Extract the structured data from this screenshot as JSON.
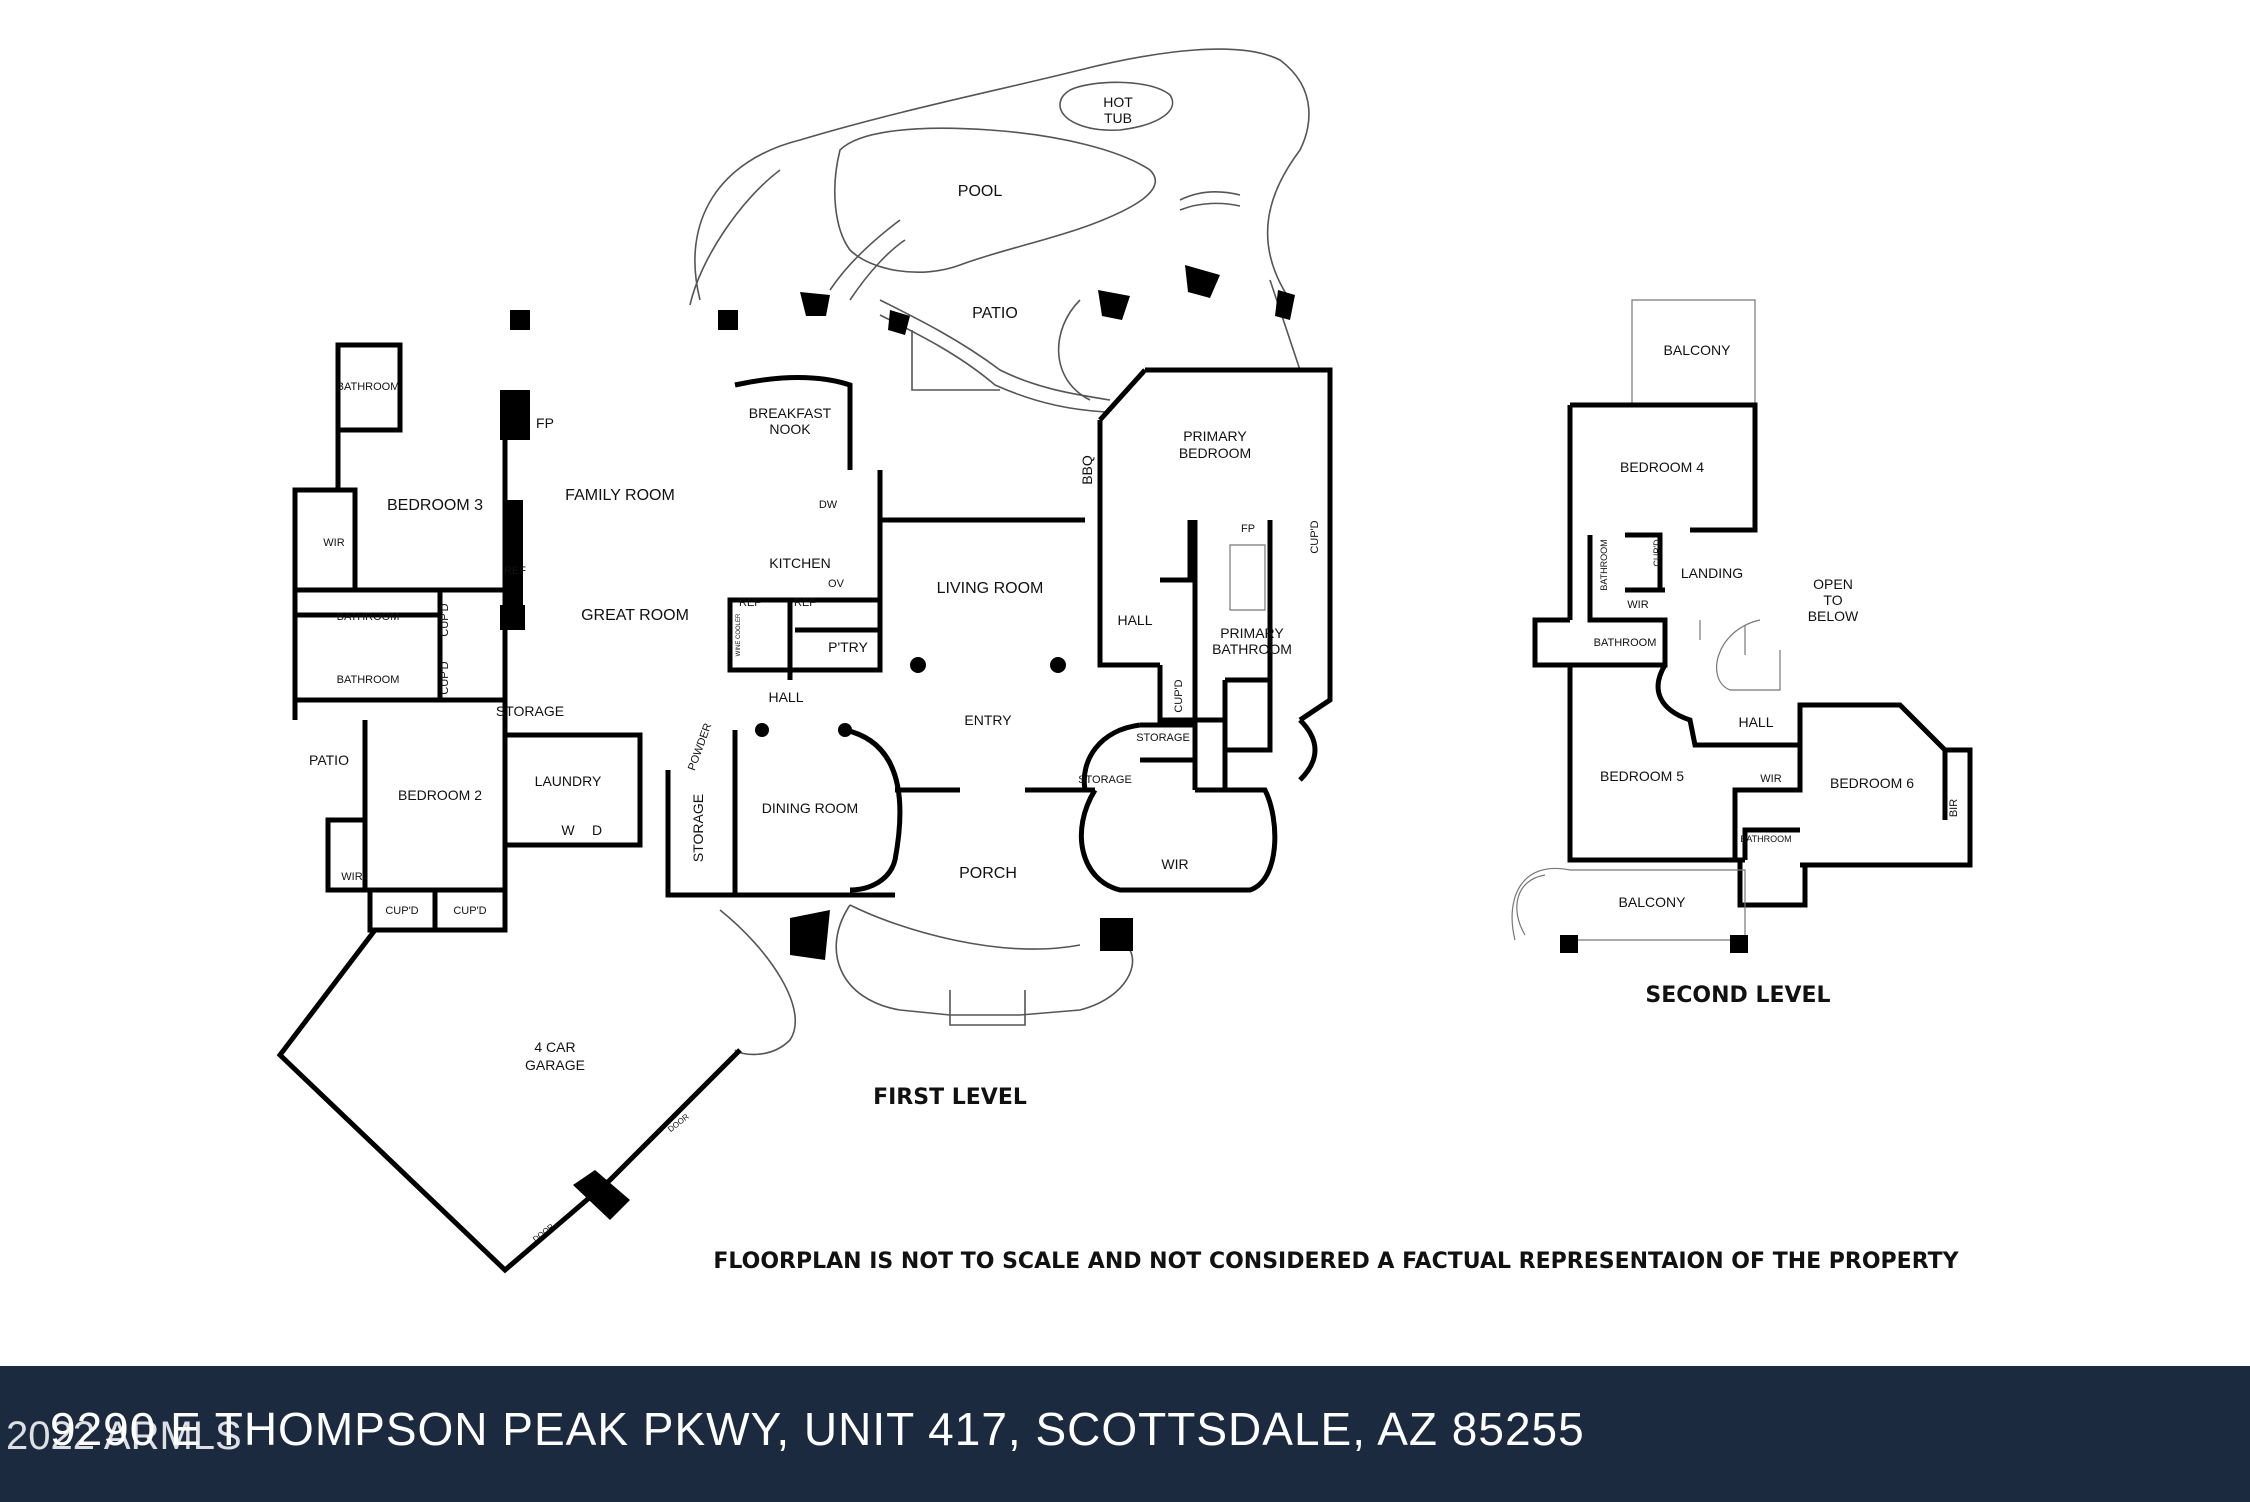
{
  "floorplan": {
    "first_level": {
      "title": "FIRST LEVEL",
      "rooms": {
        "hot_tub": [
          "HOT",
          "TUB"
        ],
        "pool": "POOL",
        "patio_rear": "PATIO",
        "bathroom_nw": "BATHROOM",
        "breakfast_nook": [
          "BREAKFAST",
          "NOOK"
        ],
        "family_room": "FAMILY ROOM",
        "fp": "FP",
        "bedroom_3": "BEDROOM 3",
        "wir_bed3": "WIR",
        "bathroom_a": "BATHROOM",
        "bathroom_b": "BATHROOM",
        "cupd_a": "CUP'D",
        "cupd_b": "CUP'D",
        "great_room": "GREAT ROOM",
        "ref_family": "REF",
        "kitchen": "KITCHEN",
        "dw": "DW",
        "ov": "OV",
        "ref_kitchen_a": "REF",
        "ref_kitchen_b": "REF",
        "wine_cooler": "WINE COOLER",
        "pantry": "P'TRY",
        "living_room": "LIVING ROOM",
        "bbq": "BBQ",
        "primary_bedroom": [
          "PRIMARY",
          "BEDROOM"
        ],
        "hall_primary": "HALL",
        "primary_bathroom": [
          "PRIMARY",
          "BATHROOM"
        ],
        "fp_primary": "FP",
        "cupd_primary": "CUP'D",
        "cupd_hall": "CUP'D",
        "storage_primary": "STORAGE",
        "storage_wir": "STORAGE",
        "wir_primary": "WIR",
        "hall": "HALL",
        "entry": "ENTRY",
        "storage_stair": "STORAGE",
        "powder": "POWDER",
        "laundry": "LAUNDRY",
        "washer": "W",
        "dryer": "D",
        "storage_tall": "STORAGE",
        "dining_room": "DINING ROOM",
        "porch": "PORCH",
        "patio_side": "PATIO",
        "bedroom_2": "BEDROOM 2",
        "wir_bed2": "WIR",
        "cupd_c": "CUP'D",
        "cupd_d": "CUP'D",
        "garage": [
          "4 CAR",
          "GARAGE"
        ],
        "door_a": "DOOR",
        "door_b": "DOOR"
      }
    },
    "second_level": {
      "title": "SECOND LEVEL",
      "rooms": {
        "balcony_top": "BALCONY",
        "bedroom_4": "BEDROOM 4",
        "bathroom_vertical": "BATHROOM",
        "cupd_up": "CUP'D",
        "wir_up": "WIR",
        "landing": "LANDING",
        "bathroom_up": "BATHROOM",
        "open_to_below": [
          "OPEN",
          "TO",
          "BELOW"
        ],
        "hall_up": "HALL",
        "bedroom_5": "BEDROOM 5",
        "wir_bed5": "WIR",
        "bedroom_6": "BEDROOM 6",
        "bir": "BIR",
        "bathroom_small": "BATHROOM",
        "balcony_bottom": "BALCONY"
      }
    },
    "disclaimer": "FLOORPLAN IS NOT TO SCALE AND NOT CONSIDERED A FACTUAL REPRESENTAION OF THE PROPERTY"
  },
  "footer": {
    "address": "9290 E THOMPSON PEAK PKWY, UNIT 417, SCOTTSDALE, AZ 85255",
    "copyright": "2022 ARMLS",
    "background": "#1b2a3f"
  }
}
